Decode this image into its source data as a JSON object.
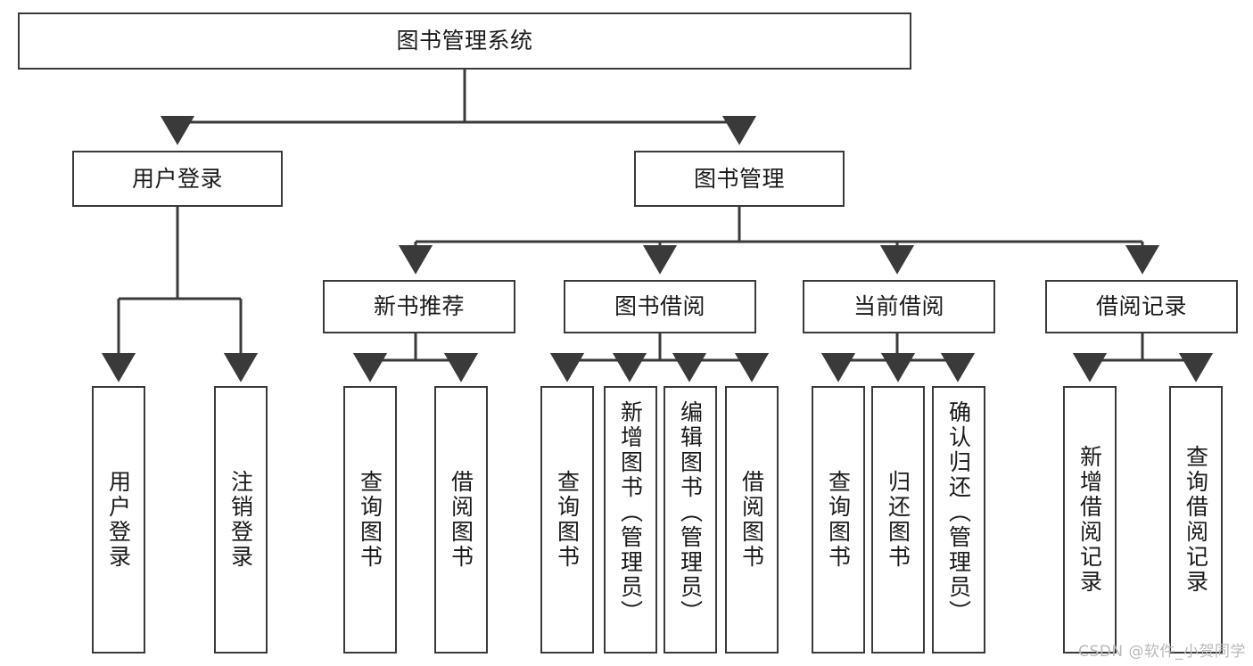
{
  "diagram": {
    "title": "图书管理系统",
    "type": "tree",
    "background_color": "#ffffff",
    "node_border_color": "#3a3a3a",
    "node_fill_color": "#ffffff",
    "edge_color": "#3a3a3a",
    "text_color": "#1a1a1a"
  },
  "nodes": {
    "root": {
      "label": "图书管理系统",
      "level": 1,
      "orientation": "horizontal"
    },
    "user_login": {
      "label": "用户登录",
      "level": 2,
      "orientation": "horizontal"
    },
    "book_manage": {
      "label": "图书管理",
      "level": 2,
      "orientation": "horizontal"
    },
    "new_book_rec": {
      "label": "新书推荐",
      "level": 3,
      "orientation": "horizontal"
    },
    "book_borrow": {
      "label": "图书借阅",
      "level": 3,
      "orientation": "horizontal"
    },
    "current_borrow": {
      "label": "当前借阅",
      "level": 3,
      "orientation": "horizontal"
    },
    "borrow_record": {
      "label": "借阅记录",
      "level": 3,
      "orientation": "horizontal"
    },
    "leaf_user_login": {
      "label": "用户登录",
      "level": 4,
      "orientation": "vertical"
    },
    "leaf_logout": {
      "label": "注销登录",
      "level": 4,
      "orientation": "vertical"
    },
    "leaf_query_book_1": {
      "label": "查询图书",
      "level": 4,
      "orientation": "vertical"
    },
    "leaf_borrow_book_1": {
      "label": "借阅图书",
      "level": 4,
      "orientation": "vertical"
    },
    "leaf_query_book_2": {
      "label": "查询图书",
      "level": 4,
      "orientation": "vertical"
    },
    "leaf_add_book": {
      "label": "新增图书（管理员）",
      "level": 4,
      "orientation": "vertical"
    },
    "leaf_edit_book": {
      "label": "编辑图书（管理员）",
      "level": 4,
      "orientation": "vertical"
    },
    "leaf_borrow_book_2": {
      "label": "借阅图书",
      "level": 4,
      "orientation": "vertical"
    },
    "leaf_query_book_3": {
      "label": "查询图书",
      "level": 4,
      "orientation": "vertical"
    },
    "leaf_return_book": {
      "label": "归还图书",
      "level": 4,
      "orientation": "vertical"
    },
    "leaf_confirm_return": {
      "label": "确认归还（管理员）",
      "level": 4,
      "orientation": "vertical"
    },
    "leaf_add_record": {
      "label": "新增借阅记录",
      "level": 4,
      "orientation": "vertical"
    },
    "leaf_query_record": {
      "label": "查询借阅记录",
      "level": 4,
      "orientation": "vertical"
    }
  },
  "edges": [
    {
      "from": "root",
      "to": "user_login"
    },
    {
      "from": "root",
      "to": "book_manage"
    },
    {
      "from": "user_login",
      "to": "leaf_user_login"
    },
    {
      "from": "user_login",
      "to": "leaf_logout"
    },
    {
      "from": "book_manage",
      "to": "new_book_rec"
    },
    {
      "from": "book_manage",
      "to": "book_borrow"
    },
    {
      "from": "book_manage",
      "to": "current_borrow"
    },
    {
      "from": "book_manage",
      "to": "borrow_record"
    },
    {
      "from": "new_book_rec",
      "to": "leaf_query_book_1"
    },
    {
      "from": "new_book_rec",
      "to": "leaf_borrow_book_1"
    },
    {
      "from": "book_borrow",
      "to": "leaf_query_book_2"
    },
    {
      "from": "book_borrow",
      "to": "leaf_add_book"
    },
    {
      "from": "book_borrow",
      "to": "leaf_edit_book"
    },
    {
      "from": "book_borrow",
      "to": "leaf_borrow_book_2"
    },
    {
      "from": "current_borrow",
      "to": "leaf_query_book_3"
    },
    {
      "from": "current_borrow",
      "to": "leaf_return_book"
    },
    {
      "from": "current_borrow",
      "to": "leaf_confirm_return"
    },
    {
      "from": "borrow_record",
      "to": "leaf_add_record"
    },
    {
      "from": "borrow_record",
      "to": "leaf_query_record"
    }
  ],
  "watermark": {
    "text": "CSDN @软件_小贺同学"
  }
}
